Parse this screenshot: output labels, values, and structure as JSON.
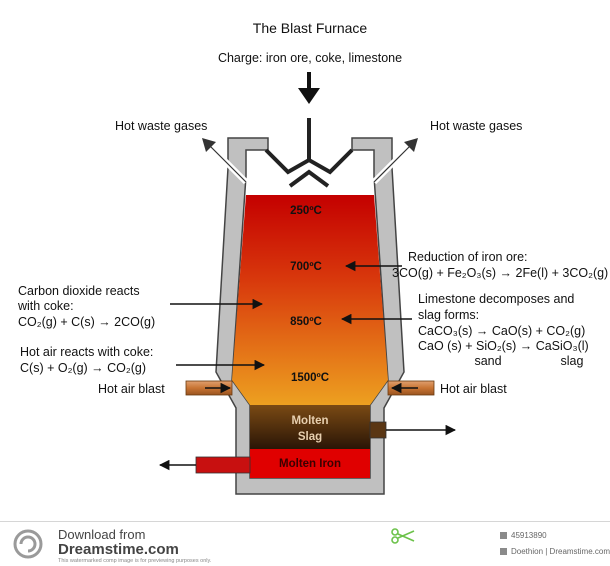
{
  "title": "The Blast Furnace",
  "charge": "Charge: iron ore, coke, limestone",
  "waste_left": "Hot waste gases",
  "waste_right": "Hot waste gases",
  "zones": {
    "t250": "250ºC",
    "t700": "700ºC",
    "t850": "850ºC",
    "t1500": "1500ºC",
    "slag_1": "Molten",
    "slag_2": "Slag",
    "iron": "Molten Iron"
  },
  "left_labels": {
    "co2_line1": "Carbon dioxide reacts",
    "co2_line2": "with coke:",
    "co2_eq": "CO₂(g)  +  C(s) → 2CO(g)",
    "air_line1": "Hot air reacts with coke:",
    "air_eq": "C(s)  +  O₂(g) → CO₂(g)",
    "blast": "Hot air blast"
  },
  "right_labels": {
    "red_line1": "Reduction of iron ore:",
    "red_eq": "3CO(g) + Fe₂O₃(s) → 2Fe(l) + 3CO₂(g)",
    "lime_line1": "Limestone decomposes and",
    "lime_line2": "slag forms:",
    "lime_eq1": "CaCO₃(s) → CaO(s)  +  CO₂(g)",
    "lime_eq2": "CaO (s)  +  SiO₂(s) → CaSiO₃(l)",
    "sand": "sand",
    "slag": "slag",
    "blast": "Hot air blast"
  },
  "footer": {
    "download": "Download from",
    "brand": "Dreamstime.com",
    "fine": "This watermarked comp image is for previewing purposes only.",
    "image_id": "45913890",
    "credit": "Doethion | Dreamstime.com"
  },
  "colors": {
    "wall": "#c0c0c0",
    "outline": "#444444",
    "gas_top": "#c40000",
    "gas_bottom": "#e8901a",
    "slag_top": "#7a4a14",
    "slag_bottom": "#2a1506",
    "iron": "#e00000",
    "pipe": "#c87433"
  }
}
